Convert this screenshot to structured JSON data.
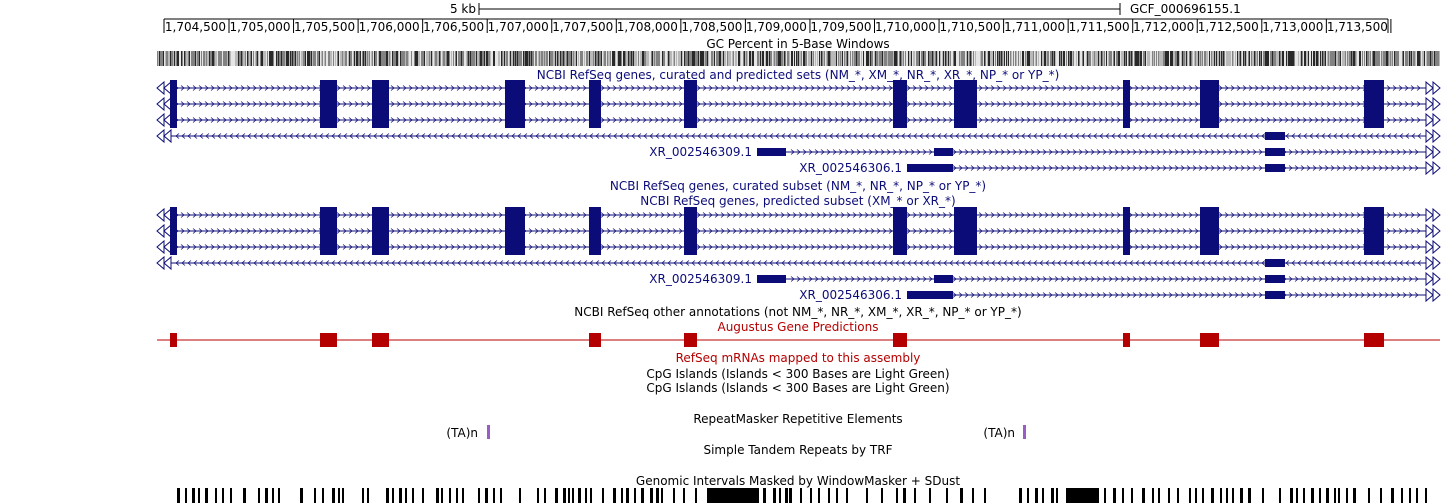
{
  "scale_bar": {
    "label": "5 kb",
    "assembly": "GCF_000696155.1"
  },
  "ruler": {
    "start": 1704100,
    "end": 1714050,
    "ticks": [
      "1,704,500",
      "1,705,000",
      "1,705,500",
      "1,706,000",
      "1,706,500",
      "1,707,000",
      "1,707,500",
      "1,708,000",
      "1,708,500",
      "1,709,000",
      "1,709,500",
      "1,710,000",
      "1,710,500",
      "1,711,000",
      "1,711,500",
      "1,712,000",
      "1,712,500",
      "1,713,000",
      "1,713,500"
    ],
    "tick_values": [
      1704500,
      1705000,
      1705500,
      1706000,
      1706500,
      1707000,
      1707500,
      1708000,
      1708500,
      1709000,
      1709500,
      1710000,
      1710500,
      1711000,
      1711500,
      1712000,
      1712500,
      1713000,
      1713500
    ]
  },
  "colors": {
    "gene": "#0c0c78",
    "augustus": "#b40000",
    "repeat": "#9a5cc6",
    "black": "#000000",
    "red_title": "#b40000"
  },
  "tracks": {
    "gc_percent": "GC Percent in 5-Base Windows",
    "refseq_all": "NCBI RefSeq genes, curated and predicted sets (NM_*, XM_*, NR_*, XR_*, NP_* or YP_*)",
    "refseq_curated": "NCBI RefSeq genes, curated subset (NM_*, NR_*, NP_* or YP_*)",
    "refseq_predicted": "NCBI RefSeq genes, predicted subset (XM_* or XR_*)",
    "refseq_other": "NCBI RefSeq other annotations (not NM_*, NR_*, XM_*, XR_*, NP_* or YP_*)",
    "augustus": "Augustus Gene Predictions",
    "refseq_mrna": "RefSeq mRNAs mapped to this assembly",
    "cpg_1": "CpG Islands (Islands < 300 Bases are Light Green)",
    "cpg_2": "CpG Islands (Islands < 300 Bases are Light Green)",
    "repeatmasker": "RepeatMasker Repetitive Elements",
    "trf": "Simple Tandem Repeats by TRF",
    "windowmasker": "Genomic Intervals Masked by WindowMasker + SDust"
  },
  "gene_labels": {
    "xr_309": "XR_002546309.1",
    "xr_306": "XR_002546306.1"
  },
  "repeat_labels": {
    "left": "(TA)n",
    "right": "(TA)n"
  }
}
